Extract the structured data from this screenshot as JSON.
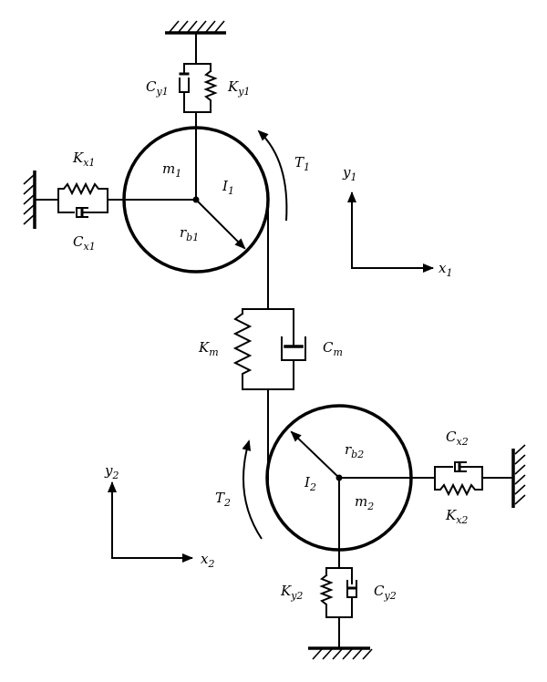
{
  "labels": {
    "Cy1": {
      "main": "C",
      "sub": "y1"
    },
    "Ky1": {
      "main": "K",
      "sub": "y1"
    },
    "Kx1": {
      "main": "K",
      "sub": "x1"
    },
    "Cx1": {
      "main": "C",
      "sub": "x1"
    },
    "m1": {
      "main": "m",
      "sub": "1"
    },
    "I1": {
      "main": "I",
      "sub": "1"
    },
    "rb1": {
      "main": "r",
      "sub": "b1"
    },
    "T1": {
      "main": "T",
      "sub": "1"
    },
    "y1": {
      "main": "y",
      "sub": "1"
    },
    "x1": {
      "main": "x",
      "sub": "1"
    },
    "Km": {
      "main": "K",
      "sub": "m"
    },
    "Cm": {
      "main": "C",
      "sub": "m"
    },
    "rb2": {
      "main": "r",
      "sub": "b2"
    },
    "I2": {
      "main": "I",
      "sub": "2"
    },
    "m2": {
      "main": "m",
      "sub": "2"
    },
    "T2": {
      "main": "T",
      "sub": "2"
    },
    "Cx2": {
      "main": "C",
      "sub": "x2"
    },
    "Kx2": {
      "main": "K",
      "sub": "x2"
    },
    "y2": {
      "main": "y",
      "sub": "2"
    },
    "x2": {
      "main": "x",
      "sub": "2"
    },
    "Ky2": {
      "main": "K",
      "sub": "y2"
    },
    "Cy2": {
      "main": "C",
      "sub": "y2"
    }
  }
}
